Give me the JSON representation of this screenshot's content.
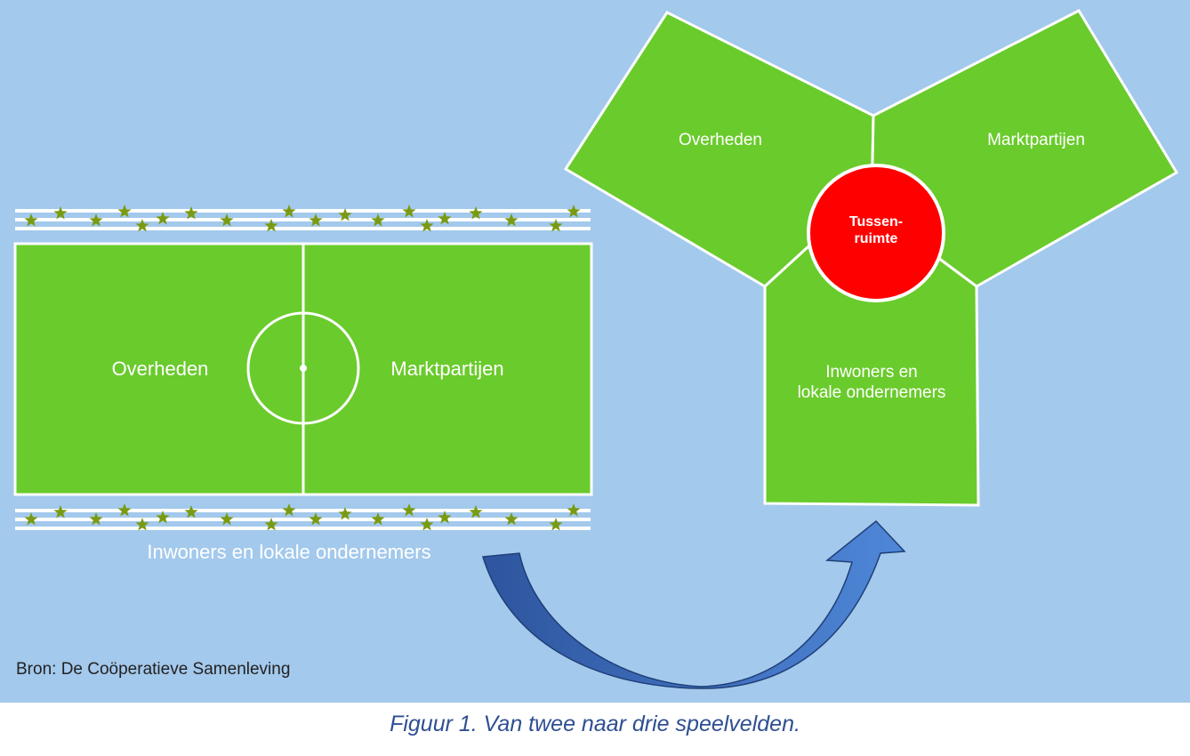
{
  "colors": {
    "background": "#a3c9ec",
    "field": "#6acb2c",
    "field_line": "#ffffff",
    "center_circle": "#ff0000",
    "star": "#7a9a12",
    "arrow": "#3a6bbd",
    "caption": "#2e4f92"
  },
  "left_field": {
    "left_label": "Overheden",
    "right_label": "Marktpartijen",
    "bottom_label": "Inwoners en lokale ondernemers"
  },
  "right_field": {
    "top_left_label": "Overheden",
    "top_right_label": "Marktpartijen",
    "bottom_label_line1": "Inwoners en",
    "bottom_label_line2": "lokale ondernemers",
    "center_label_line1": "Tussen-",
    "center_label_line2": "ruimte"
  },
  "source": "Bron: De Coöperatieve Samenleving",
  "caption": "Figuur 1. Van twee naar drie speelvelden.",
  "arrow": {
    "direction": "curved-up-right",
    "icon": "curved-arrow-icon"
  }
}
